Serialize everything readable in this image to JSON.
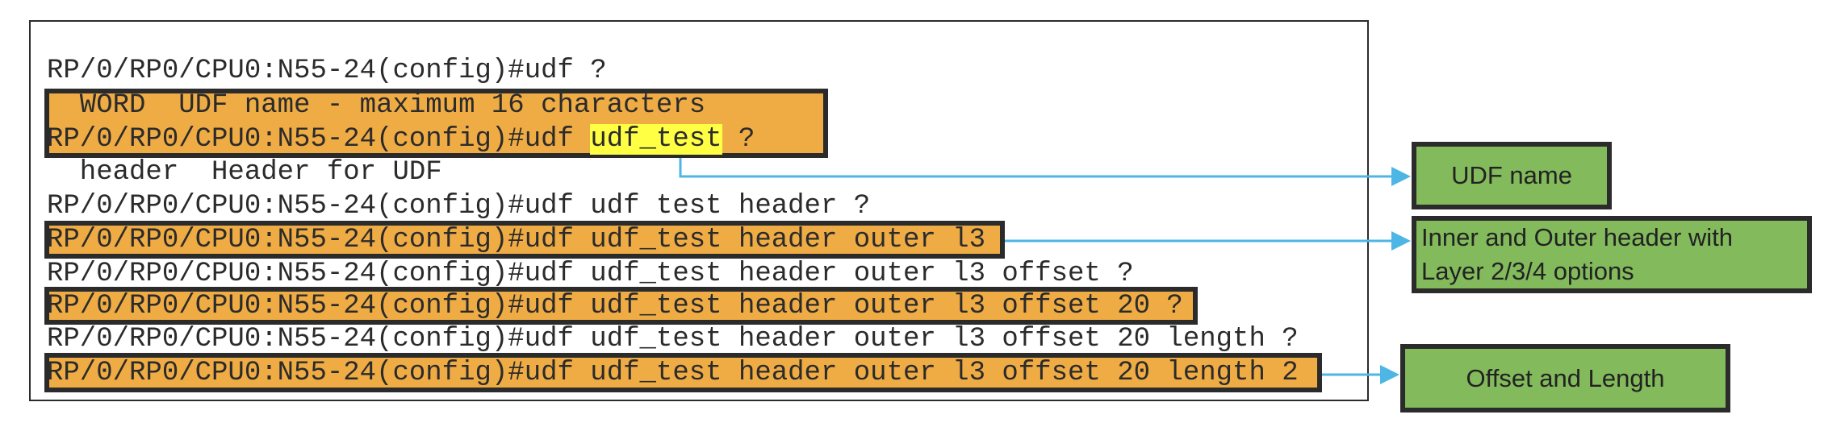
{
  "cli_lines": [
    "RP/0/RP0/CPU0:N55-24(config)#udf ?",
    "  WORD  UDF name - maximum 16 characters",
    {
      "prefix": "RP/0/RP0/CPU0:N55-24(config)#udf ",
      "highlight": "udf_test",
      "suffix": " ?"
    },
    "  header  Header for UDF",
    "RP/0/RP0/CPU0:N55-24(config)#udf udf test header ?",
    "RP/0/RP0/CPU0:N55-24(config)#udf udf_test header outer l3",
    "RP/0/RP0/CPU0:N55-24(config)#udf udf_test header outer l3 offset ?",
    "RP/0/RP0/CPU0:N55-24(config)#udf udf_test header outer l3 offset 20 ?",
    "RP/0/RP0/CPU0:N55-24(config)#udf udf_test header outer l3 offset 20 length ?",
    "RP/0/RP0/CPU0:N55-24(config)#udf udf_test header outer l3 offset 20 length 2"
  ],
  "callouts": {
    "udf_name": "UDF name",
    "header": "Inner and Outer header with Layer 2/3/4 options",
    "offset_length": "Offset and Length"
  },
  "colors": {
    "orange": "#f0ac44",
    "green": "#82ba5c",
    "yellow": "#ffff44",
    "arrow": "#4db6e4",
    "border": "#2b2b2b"
  }
}
